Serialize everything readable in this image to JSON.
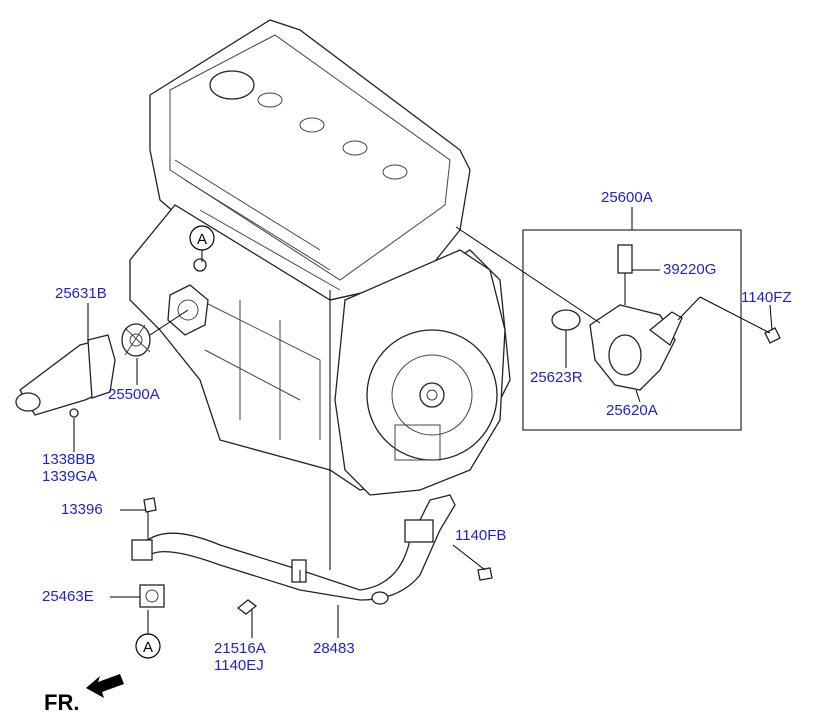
{
  "labels": {
    "l25600A": "25600A",
    "l39220G": "39220G",
    "l1140FZ": "1140FZ",
    "l25623R": "25623R",
    "l25620A": "25620A",
    "l25631B": "25631B",
    "l25500A": "25500A",
    "l1338BB": "1338BB",
    "l1339GA": "1339GA",
    "l13396": "13396",
    "l1140FB": "1140FB",
    "l25463E": "25463E",
    "l21516A": "21516A",
    "l1140EJ": "1140EJ",
    "l28483": "28483"
  },
  "refs": {
    "top": "A",
    "bottom": "A"
  },
  "direction": {
    "text": "FR."
  },
  "colors": {
    "label": "#2222cc",
    "line": "#000000"
  }
}
